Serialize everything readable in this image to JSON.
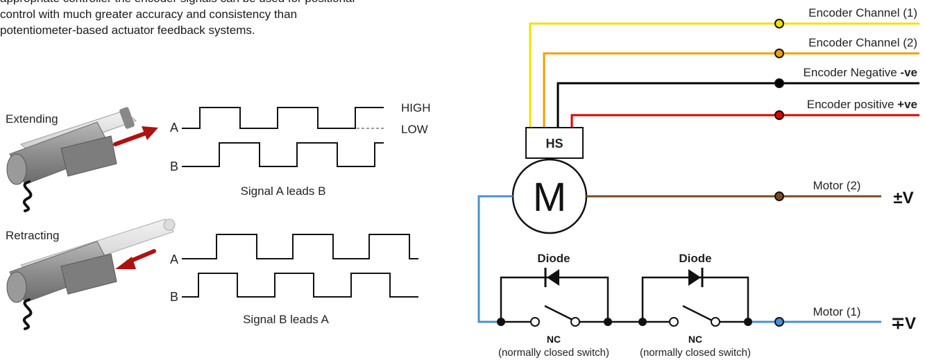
{
  "intro": {
    "lines": [
      "appropriate controller the encoder signals can be used for positional",
      "control with much greater accuracy and consistency than",
      "potentiometer-based actuator feedback systems."
    ]
  },
  "timing": {
    "extending": {
      "label": "Extending",
      "channel_a": "A",
      "channel_b": "B",
      "high": "HIGH",
      "low": "LOW",
      "caption": "Signal A leads B"
    },
    "retracting": {
      "label": "Retracting",
      "channel_a": "A",
      "channel_b": "B",
      "caption": "Signal B leads A"
    }
  },
  "wiring": {
    "encoder_channel_1": "Encoder Channel (1)",
    "encoder_channel_2": "Encoder Channel (2)",
    "encoder_negative": {
      "text": "Encoder Negative ",
      "emph": "-ve"
    },
    "encoder_positive": {
      "text": "Encoder positive ",
      "emph": "+ve"
    },
    "hall_sensor": "HS",
    "motor": "M",
    "motor_2": "Motor (2)",
    "motor_1": "Motor (1)",
    "pm_voltage": "±V",
    "mp_voltage": "∓V",
    "diode_1": "Diode",
    "diode_2": "Diode",
    "switch_1": {
      "abbr": "NC",
      "desc": "(normally closed switch)"
    },
    "switch_2": {
      "abbr": "NC",
      "desc": "(normally closed switch)"
    },
    "colors": {
      "channel_1": "#f5e000",
      "channel_2": "#f0a000",
      "negative": "#000000",
      "positive": "#e00000",
      "motor_2": "#7a4a1e",
      "motor_1": "#4a90d0"
    }
  }
}
